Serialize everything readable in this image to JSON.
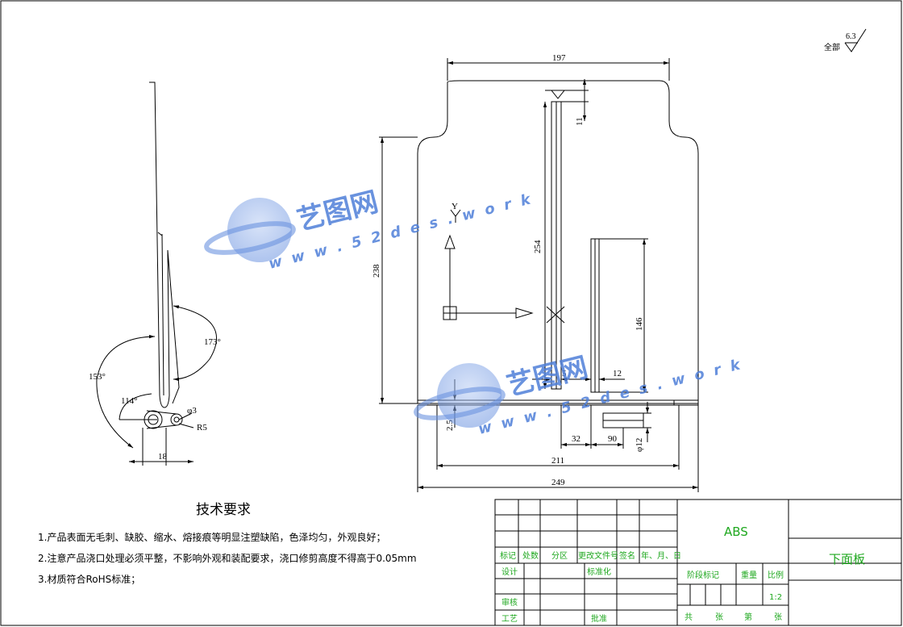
{
  "surface_finish": {
    "label": "全部",
    "value": "6.3"
  },
  "side_view": {
    "angles": [
      "173°",
      "153°",
      "114°"
    ],
    "labels": [
      "φ3",
      "R5",
      "18"
    ]
  },
  "main_view": {
    "dimensions": [
      "197",
      "11",
      "238",
      "254",
      "146",
      "5",
      "12",
      "2.5",
      "32",
      "90",
      "φ12",
      "211",
      "249"
    ],
    "axis_label": "Y"
  },
  "tech_requirements": {
    "title": "技术要求",
    "items": [
      "1.产品表面无毛刺、缺胶、缩水、熔接痕等明显注塑缺陷，色泽均匀，外观良好；",
      "2.注意产品浇口处理必须平整，不影响外观和装配要求，浇口修剪高度不得高于0.05mm",
      "3.材质符合RoHS标准；"
    ]
  },
  "title_block": {
    "material": "ABS",
    "part_name": "下面板",
    "revision_headers": [
      "标记",
      "处数",
      "分区",
      "更改文件号",
      "签名",
      "年、月、日"
    ],
    "roles": {
      "design": "设计",
      "standardize": "标准化",
      "review": "审核",
      "process": "工艺",
      "approve": "批准"
    },
    "stage_label": "阶段标记",
    "weight_label": "重量",
    "scale_label": "比例",
    "scale_value": "1:2",
    "sheet_labels": [
      "共",
      "张",
      "第",
      "张"
    ]
  },
  "watermark": {
    "cn": "艺图网",
    "url": "w w w . 5 2 d e s . w o r k"
  },
  "colors": {
    "line": "#000000",
    "title_block_text": "#1fa81f",
    "watermark": "#4f7fd8"
  }
}
